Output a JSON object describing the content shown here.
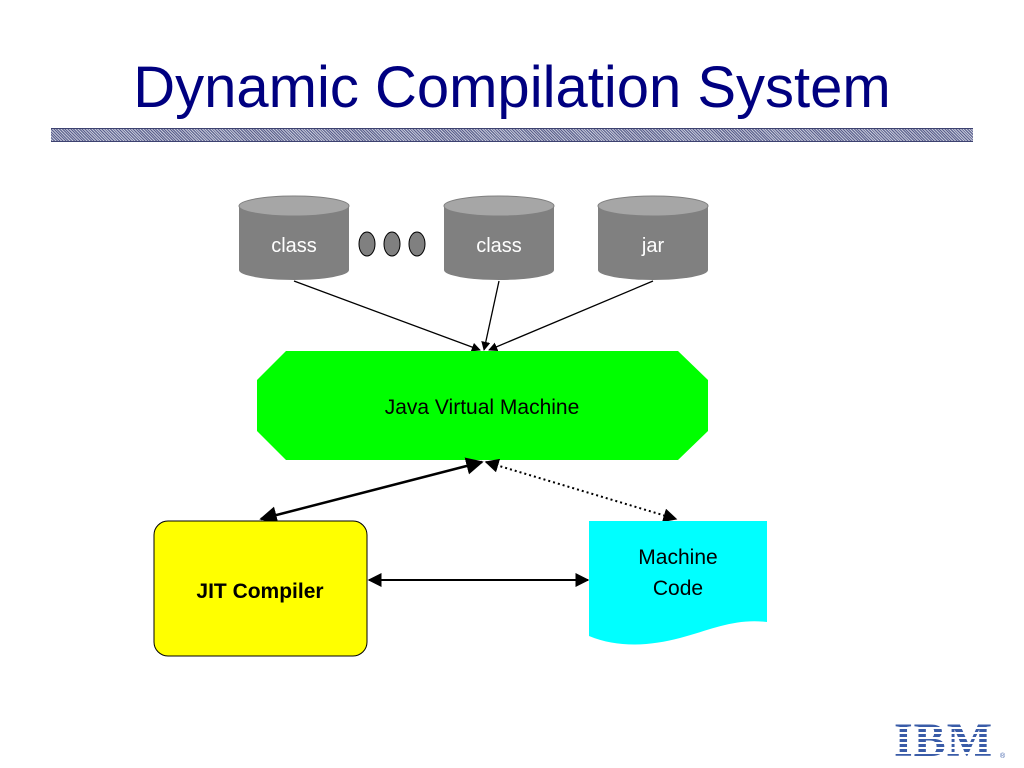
{
  "slide": {
    "title": "Dynamic Compilation System"
  },
  "diagram": {
    "inputs": [
      {
        "label": "class"
      },
      {
        "label": "class"
      },
      {
        "label": "jar"
      }
    ],
    "jvm": {
      "label": "Java Virtual Machine"
    },
    "jit": {
      "label": "JIT Compiler"
    },
    "machine_code": {
      "line1": "Machine",
      "line2": "Code"
    },
    "colors": {
      "cylinder": "#808080",
      "cylinder_top": "#a6a6a6",
      "jvm_fill": "#00ff00",
      "jit_fill": "#ffff00",
      "machine_code_fill": "#00ffff",
      "title": "#000080"
    }
  },
  "branding": {
    "logo_icon": "ibm-logo",
    "logo_text": "IBM"
  }
}
